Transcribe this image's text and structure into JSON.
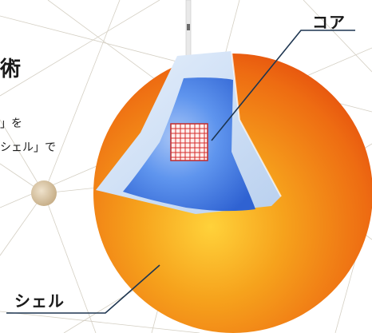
{
  "text": {
    "heading_fragment": "術",
    "body_line_1": "」を",
    "body_line_2": "シェル」で"
  },
  "labels": {
    "core": "コア",
    "shell": "シェル"
  },
  "colors": {
    "shell_orange": "#f08a10",
    "shell_deep": "#e34a0c",
    "core_blue": "#3d78e6",
    "ice_blue": "#cfe1f8",
    "leader_line": "#1d3550",
    "grid_red": "#d42b2b"
  }
}
